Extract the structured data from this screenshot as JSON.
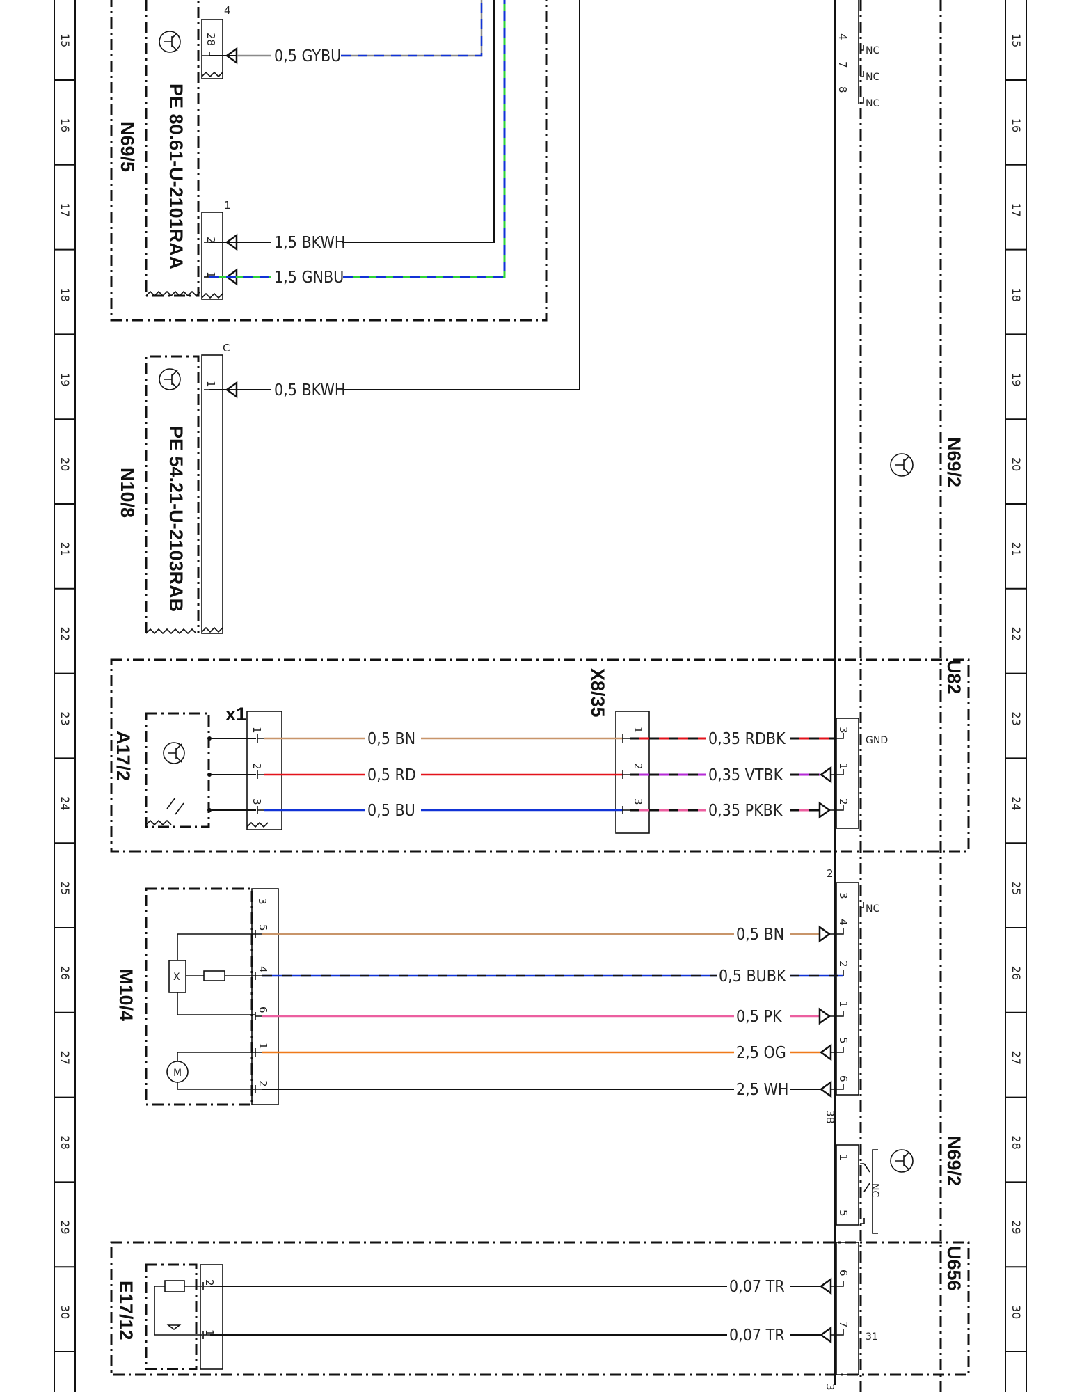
{
  "ruler_numbers": [
    "15",
    "16",
    "17",
    "18",
    "19",
    "20",
    "21",
    "22",
    "23",
    "24",
    "25",
    "26",
    "27",
    "28",
    "29",
    "30"
  ],
  "colors": {
    "BN": "#c8956a",
    "RD": "#e3131b",
    "BU": "#1133d6",
    "BK": "#111111",
    "GN": "#2fd33a",
    "GY": "#8a8a8a",
    "WH": "#111111",
    "VT": "#b52bd6",
    "PK": "#ec5fa0",
    "OG": "#ef7a1a",
    "TR": "#111111"
  },
  "components": {
    "n69_5": {
      "name": "N69/5",
      "pe": "PE 80.61-U-2101RAA",
      "connector": "4",
      "connector2": "1"
    },
    "n10_8": {
      "name": "N10/8",
      "pe": "PE 54.21-U-2103RAB",
      "connector": "C"
    },
    "a17_2": {
      "name": "A17/2",
      "connector": "x1"
    },
    "x8_35": {
      "name": "X8/35"
    },
    "m10_4": {
      "name": "M10/4",
      "connector": "3"
    },
    "e17_12": {
      "name": "E17/12"
    },
    "n69_2_top": {
      "name": "N69/2"
    },
    "n69_2_bottom": {
      "name": "N69/2"
    },
    "u82": {
      "name": "U82"
    },
    "u656": {
      "name": "U656"
    },
    "ctrl_conn_2": {
      "name": "2"
    },
    "ctrl_conn_3b": {
      "name": "3B"
    },
    "ctrl_conn_3": {
      "name": "3"
    }
  },
  "wires": [
    {
      "id": "w-gybu",
      "label": "0,5 GYBU",
      "pin_left": "28",
      "color": "GYBU"
    },
    {
      "id": "w-bkwh-15",
      "label": "1,5 BKWH",
      "pin_left": "2",
      "color": "BKWH"
    },
    {
      "id": "w-gnbu",
      "label": "1,5 GNBU",
      "pin_left": "1",
      "color": "GNBU"
    },
    {
      "id": "w-bkwh-05",
      "label": "0,5 BKWH",
      "pin_left": "1",
      "color": "BKWH"
    },
    {
      "id": "w-bn-a",
      "label": "0,5 BN",
      "pin_left": "1",
      "color": "BN"
    },
    {
      "id": "w-rd-a",
      "label": "0,5 RD",
      "pin_left": "2",
      "color": "RD"
    },
    {
      "id": "w-bu-a",
      "label": "0,5 BU",
      "pin_left": "3",
      "color": "BU"
    },
    {
      "id": "w-rdbk",
      "label": "0,35 RDBK",
      "pin_left": "1",
      "pin_right": "3",
      "color": "RDBK"
    },
    {
      "id": "w-vtbk",
      "label": "0,35 VTBK",
      "pin_left": "2",
      "pin_right": "1",
      "color": "VTBK"
    },
    {
      "id": "w-pkbk",
      "label": "0,35 PKBK",
      "pin_left": "3",
      "pin_right": "2",
      "color": "PKBK"
    },
    {
      "id": "w-bn-m",
      "label": "0,5 BN",
      "pin_left": "5",
      "pin_right": "4",
      "color": "BN"
    },
    {
      "id": "w-bubk",
      "label": "0,5 BUBK",
      "pin_left": "4",
      "pin_right": "2",
      "color": "BUBK"
    },
    {
      "id": "w-pk",
      "label": "0,5 PK",
      "pin_left": "6",
      "pin_right": "1",
      "color": "PK"
    },
    {
      "id": "w-og",
      "label": "2,5 OG",
      "pin_left": "1",
      "pin_right": "5",
      "color": "OG"
    },
    {
      "id": "w-wh",
      "label": "2,5 WH",
      "pin_left": "2",
      "pin_right": "6",
      "color": "WH"
    },
    {
      "id": "w-tr-1",
      "label": "0,07 TR",
      "pin_left": "2",
      "pin_right": "6",
      "color": "TR"
    },
    {
      "id": "w-tr-2",
      "label": "0,07 TR",
      "pin_left": "1",
      "pin_right": "7",
      "color": "TR"
    }
  ],
  "control_unit": {
    "top_pins": [
      "4",
      "7",
      "8"
    ],
    "top_pin_notes": [
      "NC",
      "NC",
      "NC"
    ],
    "gnd_label": "GND",
    "nc_25": "NC",
    "pin_3_25": "3",
    "switch_pins": [
      "1",
      "5"
    ],
    "switch_nc": "NC",
    "pin_31": "31"
  },
  "component_pins": {
    "m10_4": [
      "5",
      "4",
      "6",
      "1",
      "2"
    ],
    "motor_symbol": "M",
    "resistor_symbol": "X"
  }
}
